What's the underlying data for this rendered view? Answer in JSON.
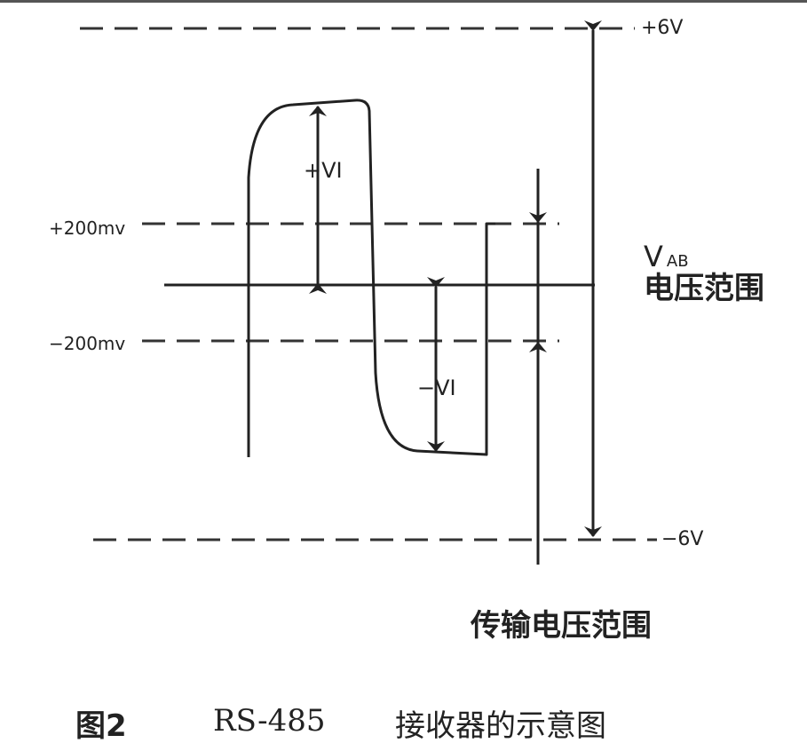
{
  "labels": {
    "plus_6v": "+6V",
    "minus_6v": "−6V",
    "plus_200mv": "+200mv",
    "minus_200mv": "−200mv",
    "plus_vi": "+VI",
    "minus_vi": "−VI",
    "vab_main": "V",
    "vab_sub": "AB",
    "vab_range": "电压范围",
    "transmit_range": "传输电压范围"
  },
  "caption": {
    "figure": "图2",
    "model": "RS-485",
    "title": "接收器的示意图"
  },
  "colors": {
    "line": "#222222",
    "text": "#222222"
  }
}
